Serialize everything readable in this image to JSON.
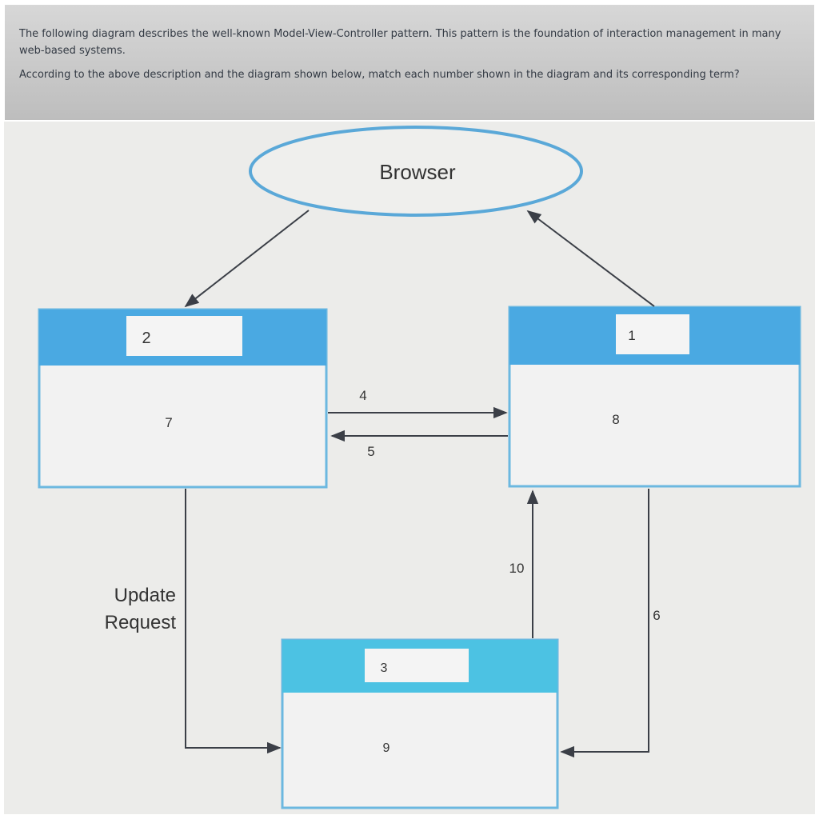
{
  "question": {
    "paragraph1": "The following diagram describes the well-known Model-View-Controller pattern. This pattern is the foundation of interaction management in many web-based systems.",
    "paragraph2": "According to the above description and the diagram shown below, match each number shown in the diagram and its corresponding term?"
  },
  "diagram": {
    "browser_label": "Browser",
    "left_box": {
      "header_number": "2",
      "body_number": "7"
    },
    "right_box": {
      "header_number": "1",
      "body_number": "8"
    },
    "bottom_box": {
      "header_number": "3",
      "body_number": "9"
    },
    "arrow_labels": {
      "left_to_right": "4",
      "right_to_left": "5",
      "bottom_to_right": "10",
      "right_to_bottom": "6",
      "left_to_bottom_line1": "Update",
      "left_to_bottom_line2": "Request"
    },
    "colors": {
      "header_blue": "#4aa9e2",
      "header_cyan": "#4cc2e3",
      "box_border": "#6cb8e0",
      "ellipse_border": "#5aa8d8",
      "arrow": "#3b3f47"
    }
  }
}
